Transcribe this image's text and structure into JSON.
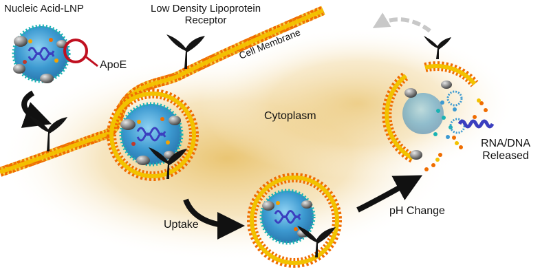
{
  "labels": {
    "lnp": "Nucleic Acid-LNP",
    "ldlr_line1": "Low Density Lipoprotein",
    "ldlr_line2": "Receptor",
    "apoe": "ApoE",
    "cell_membrane": "Cell Membrane",
    "cytoplasm": "Cytoplasm",
    "uptake": "Uptake",
    "ph_change": "pH Change",
    "released_line1": "RNA/DNA",
    "released_line2": "Released"
  },
  "colors": {
    "lipid_head": "#ef6c00",
    "lipid_head_alt": "#f4a300",
    "lipid_tail": "#f2c200",
    "lnp_core": "#3d9ad1",
    "lnp_core_light": "#7cc7ee",
    "lnp_shell_dots": "#19b3b3",
    "nucleic_acid": "#3b3fbf",
    "apoe_ring": "#c01020",
    "receptor": "#141414",
    "cytoplasm_glow": "#e8c26a",
    "arrow": "#111111",
    "recycle_arrow": "#c8c8c8"
  },
  "icons": [
    "lnp-particle-icon",
    "apoe-protein-icon",
    "ldl-receptor-icon",
    "endosome-icon",
    "nucleic-acid-helix-icon",
    "curved-arrow-icon"
  ]
}
